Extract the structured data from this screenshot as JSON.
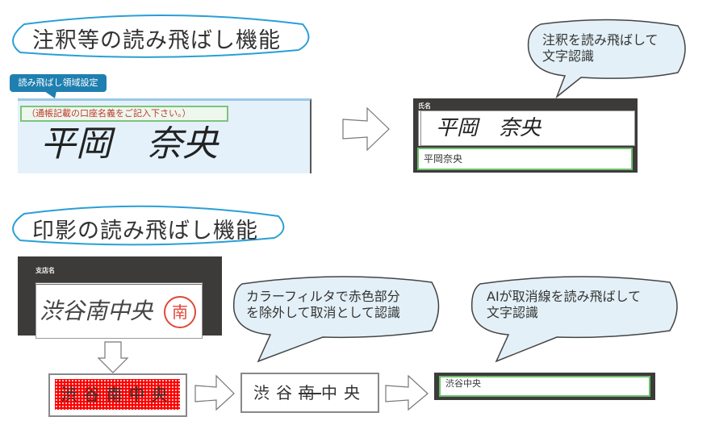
{
  "section1": {
    "title": "注釈等の読み飛ばし機能",
    "tag": "読み飛ばし領域設定",
    "form_note": "（通帳記載の口座名義をご記入下さい。）",
    "handwriting": "平岡　奈央",
    "callout": [
      "注釈を読み飛ばして",
      "文字認識"
    ],
    "result_panel": {
      "label": "氏名",
      "handwriting": "平岡　奈央",
      "field_value": "平岡奈央"
    }
  },
  "section2": {
    "title": "印影の読み飛ばし機能",
    "source_panel": {
      "label": "支店名",
      "handwriting": "渋谷南中央",
      "stamp": "南"
    },
    "filtered_text": "渋谷南中央",
    "cancel_text": {
      "before": "渋谷",
      "struck": "南",
      "after": "中央"
    },
    "callout_filter": [
      "カラーフィルタで赤色部分",
      "を除外して取消として認識"
    ],
    "callout_ai": [
      "AIが取消線を読み飛ばして",
      "文字認識"
    ],
    "result_field_value": "渋谷中央"
  },
  "colors": {
    "accent": "#1f7fb0",
    "bubble": "#e3f0f7",
    "panel": "#3d3b3a",
    "field_border": "#6cc06c",
    "filter_red": "#ff0000"
  }
}
